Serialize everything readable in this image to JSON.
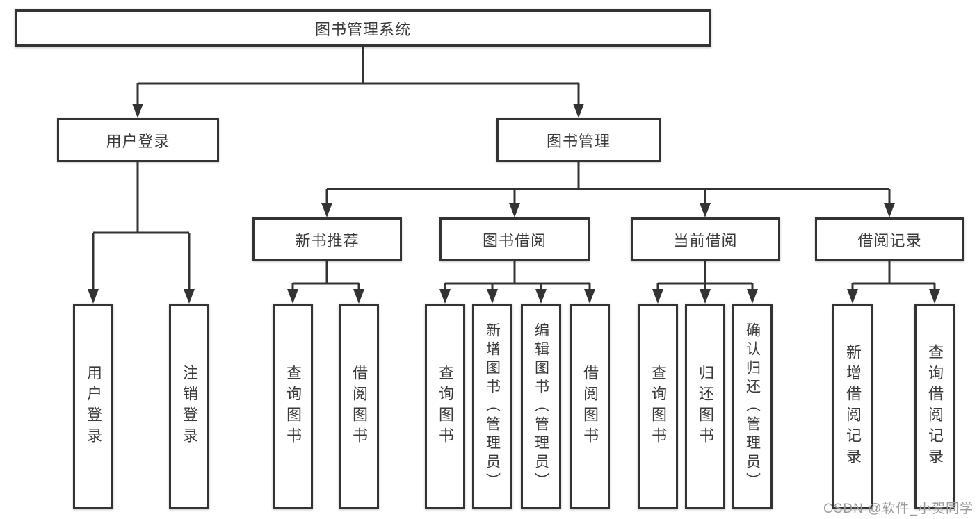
{
  "diagram": {
    "title": "图书管理系统",
    "root": {
      "label": "图书管理系统"
    },
    "level2": {
      "user_login": {
        "label": "用户登录"
      },
      "book_mgmt": {
        "label": "图书管理"
      }
    },
    "level3": {
      "new_book": {
        "label": "新书推荐"
      },
      "borrow": {
        "label": "图书借阅"
      },
      "current": {
        "label": "当前借阅"
      },
      "records": {
        "label": "借阅记录"
      }
    },
    "leaves": {
      "user_login": [
        {
          "label": "用户登录"
        },
        {
          "label": "注销登录"
        }
      ],
      "new_book": [
        {
          "label": "查询图书"
        },
        {
          "label": "借阅图书"
        }
      ],
      "borrow": [
        {
          "label": "查询图书"
        },
        {
          "label": "新增图书（管理员）"
        },
        {
          "label": "编辑图书（管理员）"
        },
        {
          "label": "借阅图书"
        }
      ],
      "current": [
        {
          "label": "查询图书"
        },
        {
          "label": "归还图书"
        },
        {
          "label": "确认归还（管理员）"
        }
      ],
      "records": [
        {
          "label": "新增借阅记录"
        },
        {
          "label": "查询借阅记录"
        }
      ]
    },
    "watermark": "CSDN @软件_小贺同学",
    "colors": {
      "line": "#333333",
      "text": "#3a3a3a",
      "watermark": "#9b9b9b",
      "background": "#ffffff"
    }
  }
}
